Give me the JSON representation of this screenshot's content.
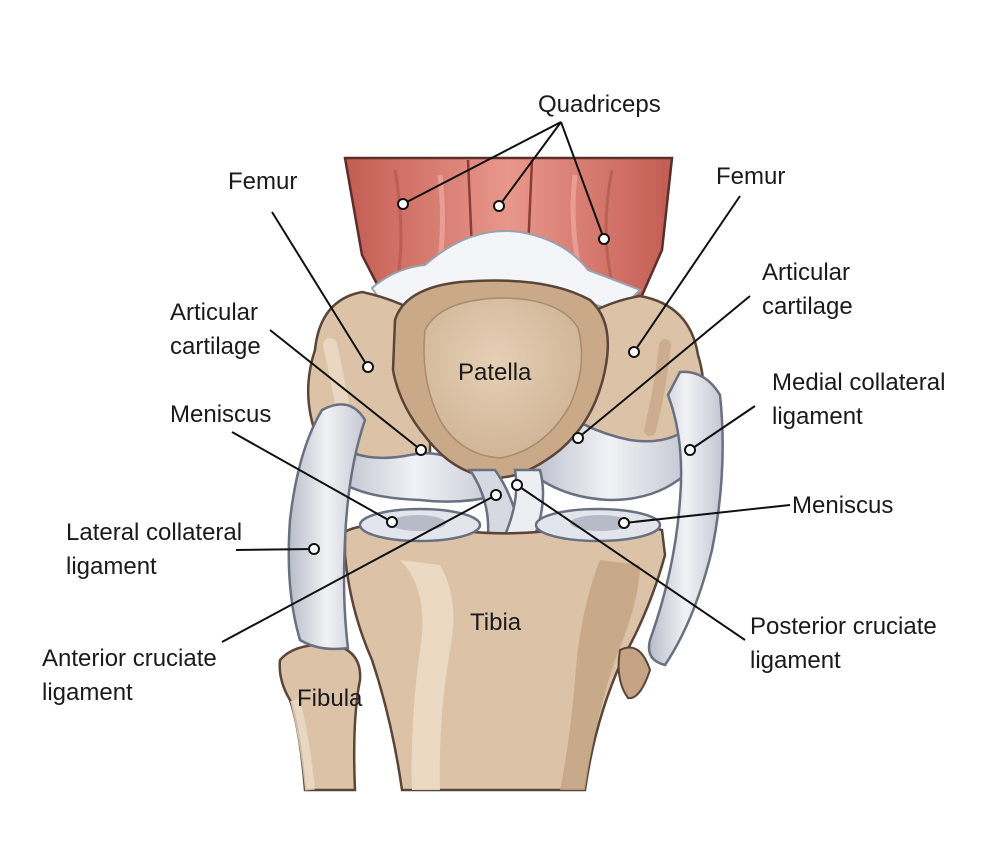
{
  "labels": {
    "quadriceps": "Quadriceps",
    "femur_left": "Femur",
    "femur_right": "Femur",
    "articular_cartilage_left": [
      "Articular",
      "cartilage"
    ],
    "articular_cartilage_right": [
      "Articular",
      "cartilage"
    ],
    "patella": "Patella",
    "medial_collateral_ligament": [
      "Medial collateral",
      "ligament"
    ],
    "meniscus_left": "Meniscus",
    "meniscus_right": "Meniscus",
    "lateral_collateral_ligament": [
      "Lateral collateral",
      "ligament"
    ],
    "tibia": "Tibia",
    "posterior_cruciate_ligament": [
      "Posterior cruciate",
      "ligament"
    ],
    "anterior_cruciate_ligament": [
      "Anterior cruciate",
      "ligament"
    ],
    "fibula": "Fibula"
  },
  "colors": {
    "muscle": "#d9796f",
    "muscle_dark": "#b9524a",
    "muscle_light": "#eba89c",
    "bone": "#dcc3a8",
    "bone_shadow": "#c4a485",
    "bone_light": "#ecdcc7",
    "cartilage": "#dfe1e8",
    "cartilage_shadow": "#b5b9c6",
    "tendon_white": "#f4f5f8",
    "leader": "#111111"
  }
}
